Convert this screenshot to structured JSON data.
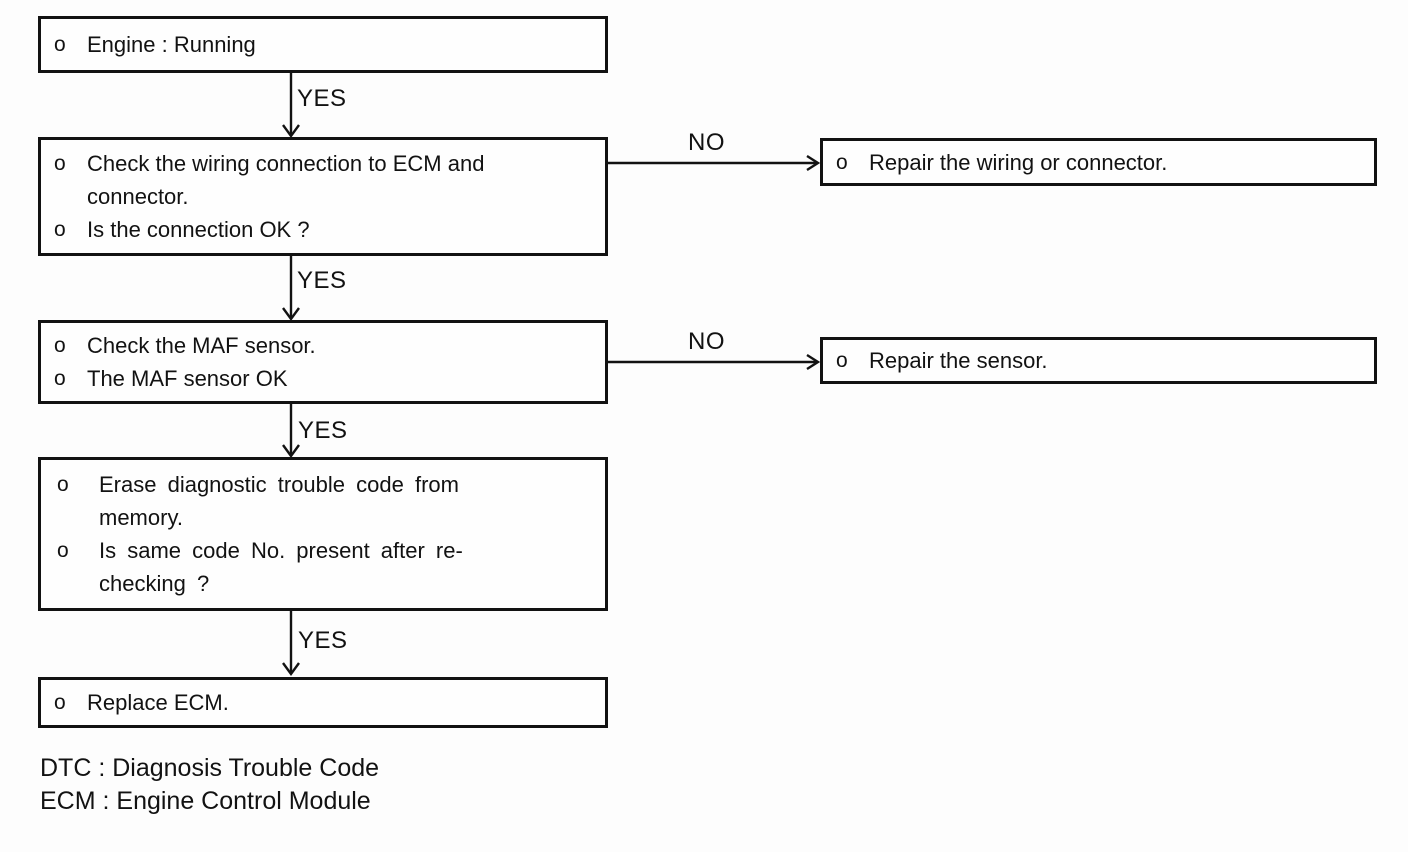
{
  "flowchart": {
    "bullet": "o",
    "yes_label": "YES",
    "no_label": "NO",
    "box_engine": {
      "items": [
        {
          "lines": [
            "Engine : Running"
          ]
        }
      ]
    },
    "box_wiring": {
      "items": [
        {
          "lines": [
            "Check the wiring connection to ECM and",
            "connector."
          ]
        },
        {
          "lines": [
            "Is the connection OK ?"
          ]
        }
      ]
    },
    "box_repair_wiring": {
      "items": [
        {
          "lines": [
            "Repair the wiring or connector."
          ]
        }
      ]
    },
    "box_maf": {
      "items": [
        {
          "lines": [
            "Check the MAF sensor."
          ]
        },
        {
          "lines": [
            "The MAF sensor OK"
          ]
        }
      ]
    },
    "box_repair_sensor": {
      "items": [
        {
          "lines": [
            "Repair the sensor."
          ]
        }
      ]
    },
    "box_erase": {
      "items": [
        {
          "lines": [
            "Erase diagnostic trouble code from",
            "memory."
          ]
        },
        {
          "lines": [
            "Is same code No. present after re-",
            "checking ?"
          ]
        }
      ]
    },
    "box_replace": {
      "items": [
        {
          "lines": [
            "Replace ECM."
          ]
        }
      ]
    },
    "legend": [
      "DTC : Diagnosis Trouble Code",
      "ECM : Engine Control Module"
    ]
  }
}
